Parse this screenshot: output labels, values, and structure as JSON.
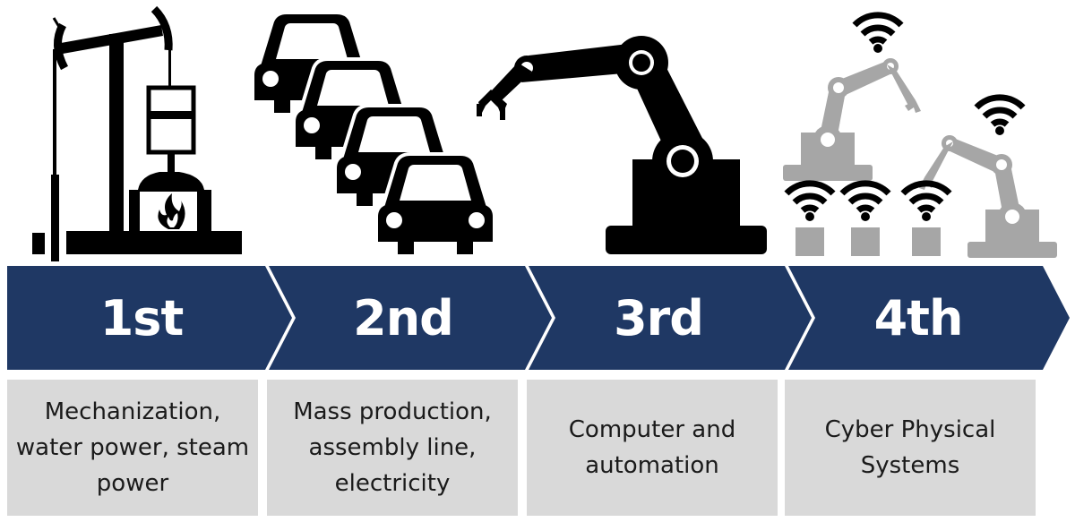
{
  "stages": [
    {
      "label": "1st",
      "description": [
        "Mechanization,",
        "water power, steam",
        "power"
      ],
      "icon": "steam-engine-icon"
    },
    {
      "label": "2nd",
      "description": [
        "Mass production,",
        "assembly line,",
        "electricity"
      ],
      "icon": "assembly-line-cars-icon"
    },
    {
      "label": "3rd",
      "description": [
        "Computer and",
        "automation"
      ],
      "icon": "robot-arm-icon"
    },
    {
      "label": "4th",
      "description": [
        "Cyber Physical",
        "Systems"
      ],
      "icon": "connected-robots-icon"
    }
  ],
  "colors": {
    "chevron": "#1f3864",
    "description_bg": "#d9d9d9",
    "icon_black": "#000000",
    "icon_gray": "#a6a6a6"
  }
}
